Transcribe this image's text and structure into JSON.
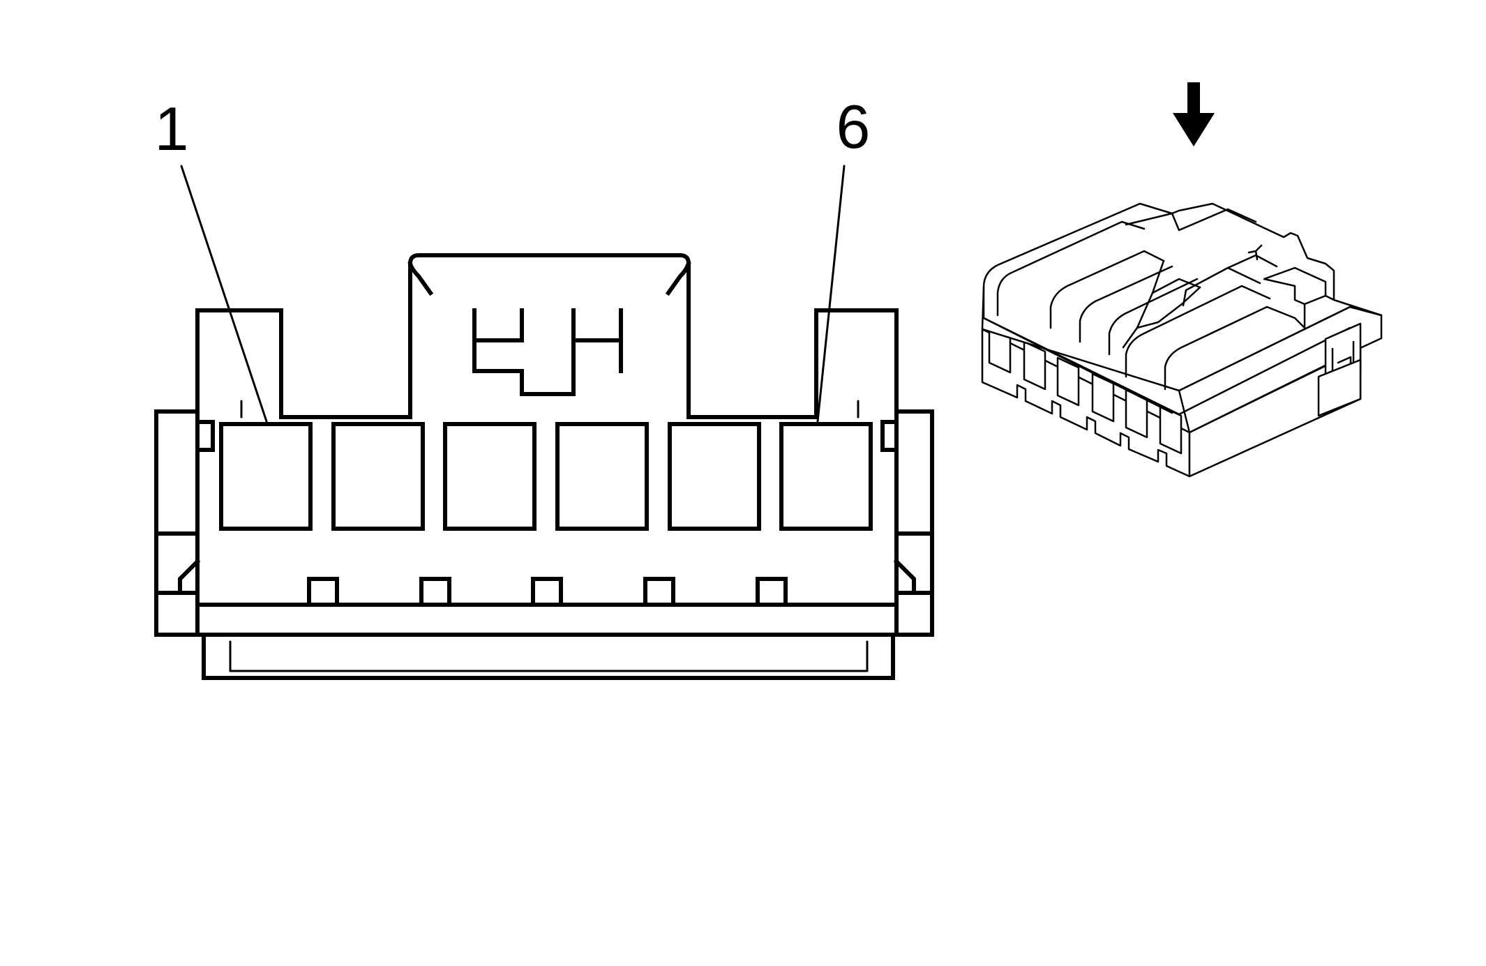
{
  "diagram": {
    "pin_labels": [
      {
        "id": "pin-1",
        "text": "1"
      },
      {
        "id": "pin-6",
        "text": "6"
      }
    ],
    "cavity_count": 6,
    "line_color": "#000000",
    "background_color": "#ffffff",
    "icons": [
      "view-direction-arrow-icon"
    ]
  }
}
